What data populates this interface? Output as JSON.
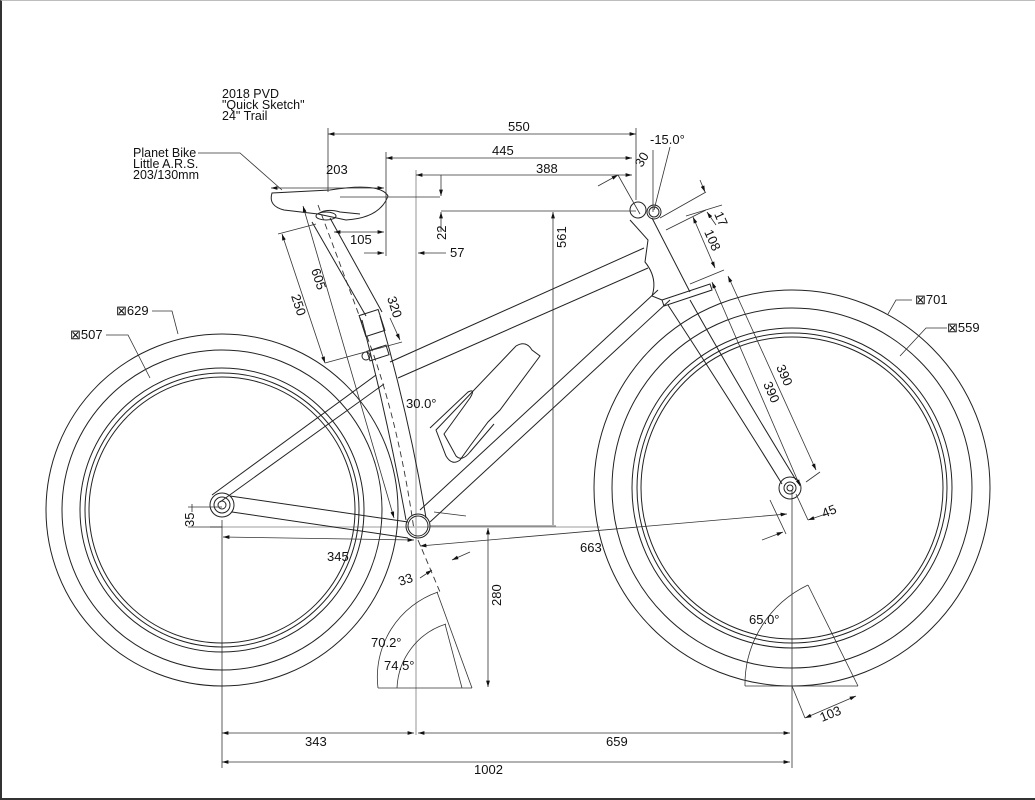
{
  "title_block": {
    "line1": "2018 PVD",
    "line2": "\"Quick Sketch\"",
    "line3": "24\" Trail"
  },
  "saddle_note": {
    "line1": "Planet Bike",
    "line2": "Little A.R.S.",
    "line3": "203/130mm"
  },
  "diameter_symbol": "⊠",
  "wheels": {
    "rear_outer": "629",
    "rear_rim": "507",
    "front_outer": "701",
    "front_rim": "559"
  },
  "dimensions": {
    "saddle_to_bar_550": "550",
    "saddle_tip_445": "445",
    "reach_388": "388",
    "saddle_length_203": "203",
    "saddle_setback_105": "105",
    "stack_offset_22": "22",
    "offset_57": "57",
    "stack_561": "561",
    "seat_tube_605": "605",
    "seatpost_250": "250",
    "seat_tube_320": "320",
    "stem_30": "30",
    "stem_angle": "-15.0°",
    "spacer_17": "17",
    "head_tube_108": "108",
    "fork_390_a": "390",
    "fork_390_b": "390",
    "fork_offset_45": "45",
    "seat_tube_bend": "30.0°",
    "bb_drop_35": "35",
    "chainstay_345": "345",
    "front_center_663": "663",
    "bb_offset_33": "33",
    "bb_height_280": "280",
    "seat_angle_1": "70.2°",
    "seat_angle_2": "74.5°",
    "head_angle": "65.0°",
    "trail_103": "103",
    "rear_center_343": "343",
    "front_center_659": "659",
    "wheelbase_1002": "1002"
  }
}
